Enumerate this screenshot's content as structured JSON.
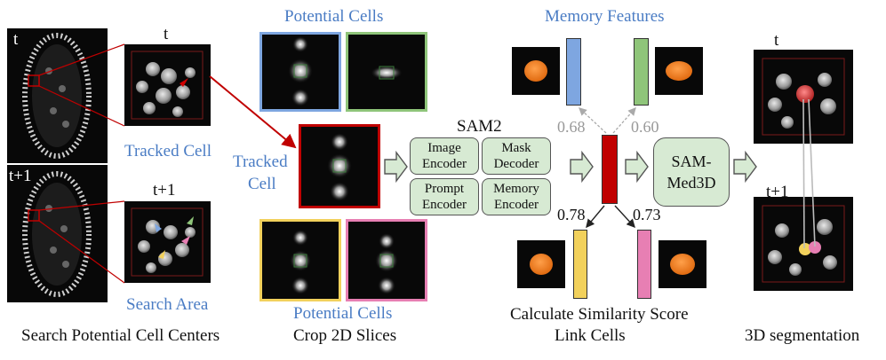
{
  "stage1": {
    "time_t": "t",
    "time_t1": "t+1",
    "tracked_cell": "Tracked Cell",
    "search_area": "Search Area",
    "caption": "Search Potential Cell Centers"
  },
  "stage2": {
    "potential_top": "Potential Cells",
    "potential_bottom": "Potential Cells",
    "tracked_cell_line1": "Tracked",
    "tracked_cell_line2": "Cell",
    "caption": "Crop 2D Slices"
  },
  "sam2": {
    "title": "SAM2",
    "image_encoder": [
      "Image",
      "Encoder"
    ],
    "mask_decoder": [
      "Mask",
      "Decoder"
    ],
    "prompt_encoder": [
      "Prompt",
      "Encoder"
    ],
    "memory_encoder": [
      "Memory",
      "Encoder"
    ]
  },
  "stage3": {
    "memory_features": "Memory Features",
    "scores": [
      "0.68",
      "0.60",
      "0.78",
      "0.73"
    ],
    "caption_line1": "Calculate Similarity Score",
    "caption_line2": "Link Cells"
  },
  "sammed": {
    "label": [
      "SAM-",
      "Med3D"
    ]
  },
  "stage4": {
    "time_t": "t",
    "time_t1": "t+1",
    "caption": "3D segmentation"
  },
  "colors": {
    "blue_label": "#4a7cc4",
    "tracked_red": "#c00000",
    "potential_blue": "#7ea6e0",
    "potential_green": "#8fc57a",
    "potential_yellow": "#f2d15c",
    "potential_pink": "#e77fb3",
    "module_green": "#d7ead3",
    "feature_red": "#c00000"
  }
}
